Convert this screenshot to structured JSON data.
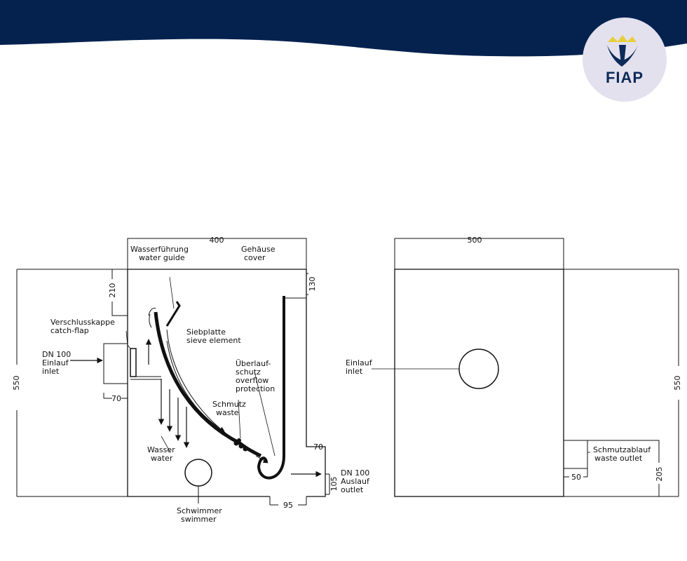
{
  "colors": {
    "banner": "#05224f",
    "logo_circle": "#e3e1ee",
    "logo_mark": "#0c2a5a",
    "logo_crown": "#e6cf3a",
    "line": "#111111"
  },
  "logo": {
    "text": "FIAP"
  },
  "left_view": {
    "dims": {
      "width": "400",
      "height": "550",
      "top_offset": "210",
      "right_top": "130",
      "inlet_ledge": "70",
      "outlet_ledge": "70",
      "outlet_h": "105",
      "bottom": "95"
    },
    "labels": {
      "water_guide": [
        "Wasserführung",
        "water guide"
      ],
      "cover": [
        "Gehäuse",
        "cover"
      ],
      "catch_flap": [
        "Verschlusskappe",
        "catch-flap"
      ],
      "sieve": [
        "Siebplatte",
        "sieve element"
      ],
      "inlet": [
        "DN 100",
        "Einlauf",
        "inlet"
      ],
      "overflow": [
        "Überlauf-",
        "schutz",
        "overflow",
        "protection"
      ],
      "waste": [
        "Schmutz",
        "waste"
      ],
      "water": [
        "Wasser",
        "water"
      ],
      "outlet": [
        "DN 100",
        "Auslauf",
        "outlet"
      ],
      "swimmer": [
        "Schwimmer",
        "swimmer"
      ]
    }
  },
  "right_view": {
    "dims": {
      "width": "500",
      "height": "550",
      "outlet_h": "205",
      "outlet_w": "50"
    },
    "labels": {
      "inlet": [
        "Einlauf",
        "inlet"
      ],
      "waste_outlet": [
        "Schmutzablauf",
        "waste outlet"
      ]
    }
  }
}
